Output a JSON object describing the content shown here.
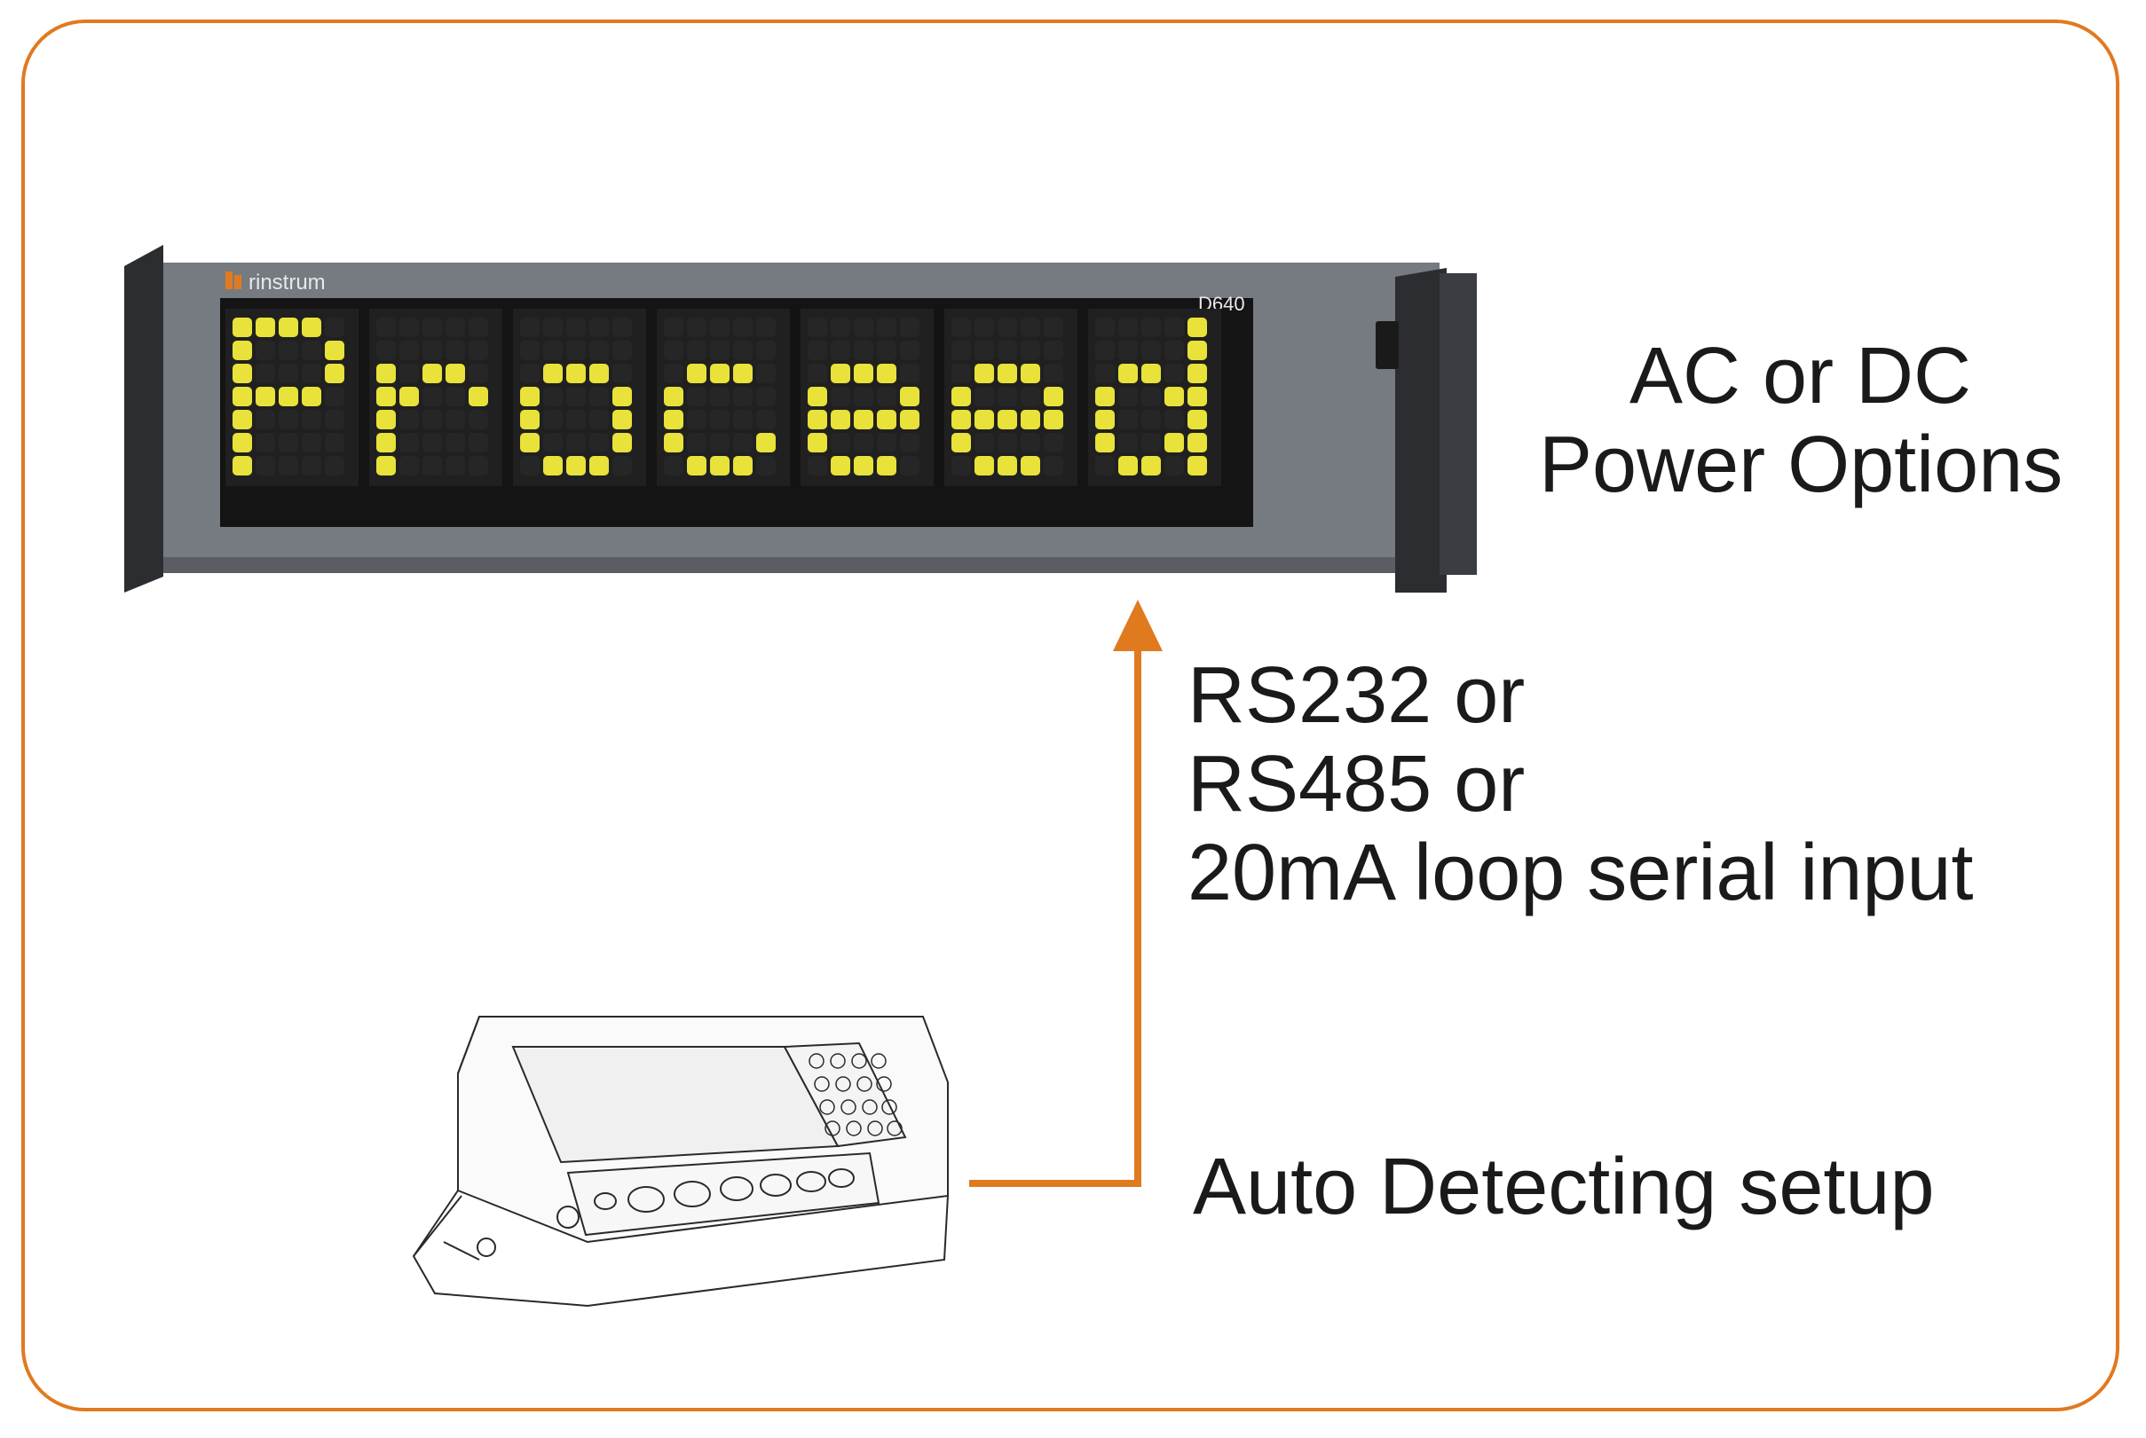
{
  "display": {
    "brand": "rinstrum",
    "model": "D640",
    "message": "Proceed"
  },
  "labels": {
    "power_line1": "AC or DC",
    "power_line2": "Power Options",
    "serial_line1": "RS232 or",
    "serial_line2": "RS485 or",
    "serial_line3": "20mA loop serial input",
    "setup": "Auto Detecting setup"
  },
  "colors": {
    "frame": "#e07a1f",
    "arrow": "#e07a1f",
    "led_on": "#e8e23a",
    "panel": "#6f747b",
    "screen": "#141414"
  }
}
